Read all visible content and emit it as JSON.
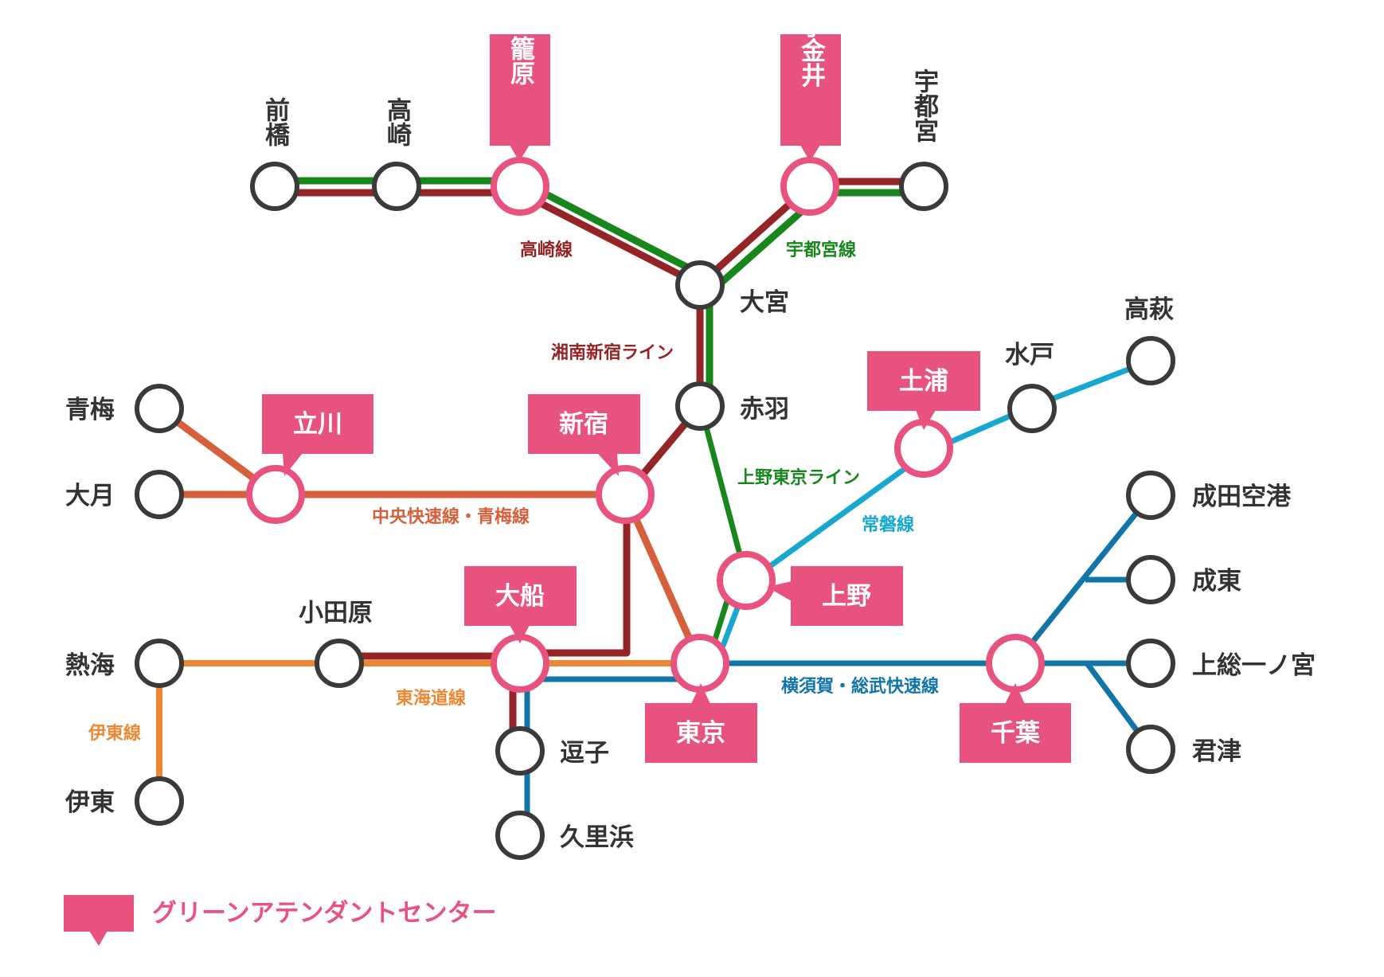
{
  "colors": {
    "takasaki": "#952427",
    "utsunomiya": "#17861b",
    "chuo": "#d6603b",
    "tokaido": "#ee8733",
    "joban": "#17a7cf",
    "sobu": "#1175a7",
    "marker": "#e8527f",
    "station_stroke": "#3a3a3a"
  },
  "stations": {
    "maebashi": "前橋",
    "takasaki": "高崎",
    "kagohara": "籠原",
    "koganei": "小金井",
    "utsunomiya": "宇都宮",
    "omiya": "大宮",
    "akabane": "赤羽",
    "ome": "青梅",
    "otsuki": "大月",
    "tachikawa": "立川",
    "shinjuku": "新宿",
    "tsuchiura": "土浦",
    "mito": "水戸",
    "takahagi": "高萩",
    "ueno": "上野",
    "atami": "熱海",
    "odawara": "小田原",
    "ofuna": "大船",
    "tokyo": "東京",
    "chiba": "千葉",
    "ito": "伊東",
    "zushi": "逗子",
    "kurihama": "久里浜",
    "narita_airport": "成田空港",
    "narutou": "成東",
    "kazusa_ichinomiya": "上総一ノ宮",
    "kimitsu": "君津"
  },
  "lines": {
    "takasaki": "高崎線",
    "utsunomiya": "宇都宮線",
    "shonan_shinjuku": "湘南新宿ライン",
    "ueno_tokyo": "上野東京ライン",
    "joban": "常磐線",
    "chuo": "中央快速線・青梅線",
    "tokaido": "東海道線",
    "ito": "伊東線",
    "yokosuka_sobu": "横須賀・総武快速線"
  },
  "legend": {
    "label": "グリーンアテンダントセンター",
    "icon": "marker-tag-icon"
  }
}
